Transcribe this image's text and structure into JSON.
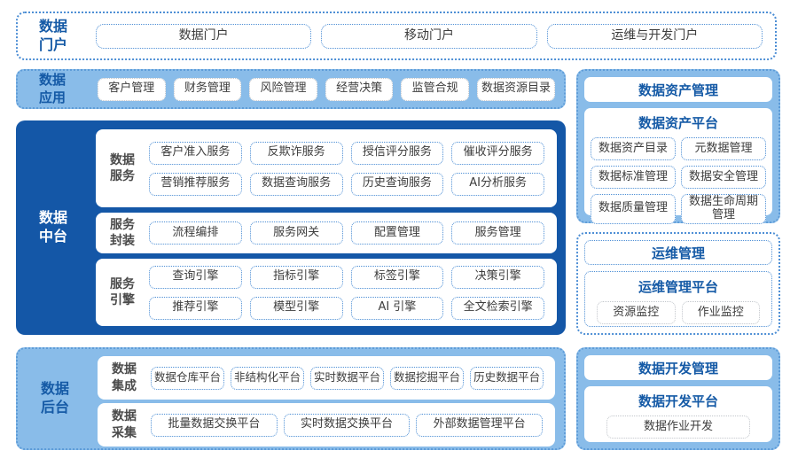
{
  "colors": {
    "accent_blue": "#155aa6",
    "dark_panel_bg": "#1457a7",
    "light_panel_bg": "#89bce9",
    "chip_border_blue": "#4e8fd5",
    "chip_border_gray": "#c2c6cb",
    "text_dark": "#3d3d3d"
  },
  "portal_row": {
    "label": "数据门户",
    "items": [
      "数据门户",
      "移动门户",
      "运维与开发门户"
    ]
  },
  "app_row": {
    "label": "数据应用",
    "items": [
      "客户管理",
      "财务管理",
      "风险管理",
      "经营决策",
      "监管合规",
      "数据资源目录"
    ]
  },
  "middle_platform": {
    "label": "数据中台",
    "sections": [
      {
        "label": "数据服务",
        "items": [
          "客户准入服务",
          "反欺诈服务",
          "授信评分服务",
          "催收评分服务",
          "营销推荐服务",
          "数据查询服务",
          "历史查询服务",
          "AI分析服务"
        ]
      },
      {
        "label": "服务封装",
        "items": [
          "流程编排",
          "服务网关",
          "配置管理",
          "服务管理"
        ]
      },
      {
        "label": "服务引擎",
        "items": [
          "查询引擎",
          "指标引擎",
          "标签引擎",
          "决策引擎",
          "推荐引擎",
          "模型引擎",
          "AI 引擎",
          "全文检索引擎"
        ]
      }
    ]
  },
  "backend": {
    "label": "数据后台",
    "sections": [
      {
        "label": "数据集成",
        "items": [
          "数据仓库平台",
          "非结构化平台",
          "实时数据平台",
          "数据挖掘平台",
          "历史数据平台"
        ]
      },
      {
        "label": "数据采集",
        "items": [
          "批量数据交换平台",
          "实时数据交换平台",
          "外部数据管理平台"
        ]
      }
    ]
  },
  "asset_mgmt": {
    "header": "数据资产管理",
    "platform_title": "数据资产平台",
    "items": [
      "数据资产目录",
      "元数据管理",
      "数据标准管理",
      "数据安全管理",
      "数据质量管理",
      "数据生命周期管理"
    ]
  },
  "ops_mgmt": {
    "header": "运维管理",
    "platform_title": "运维管理平台",
    "items": [
      "资源监控",
      "作业监控"
    ]
  },
  "dev_mgmt": {
    "header": "数据开发管理",
    "platform_title": "数据开发平台",
    "items": [
      "数据作业开发"
    ]
  }
}
